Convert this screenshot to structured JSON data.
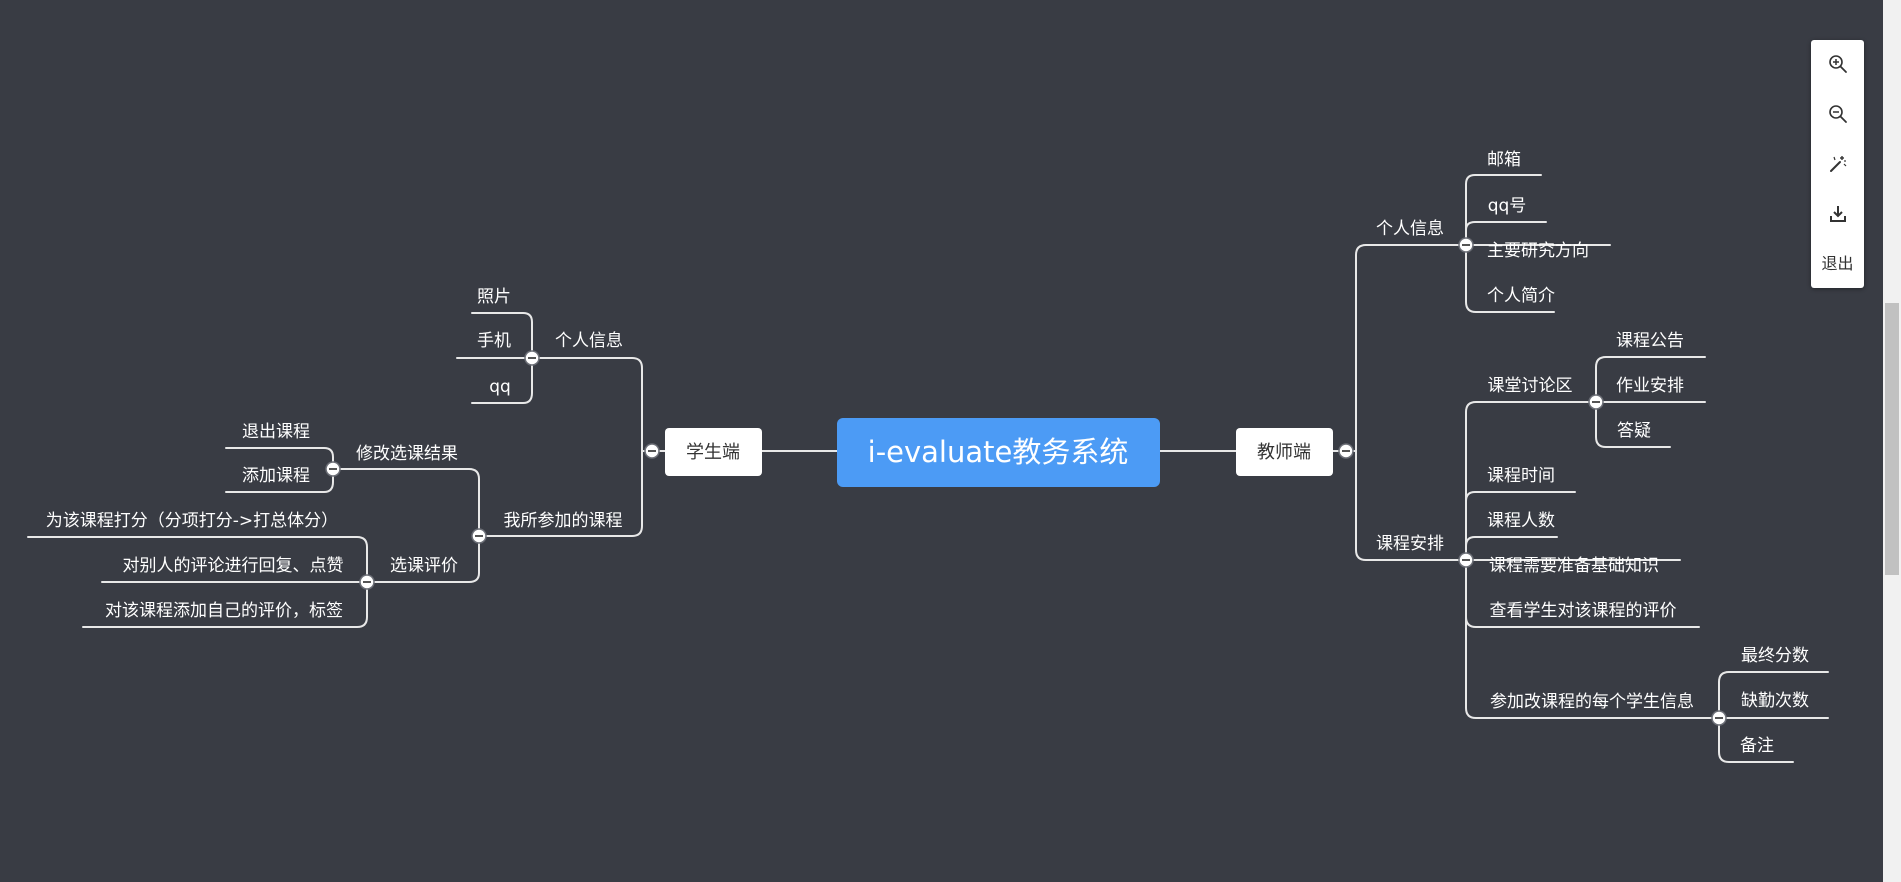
{
  "mindmap": {
    "root": "i-evaluate教务系统",
    "student": {
      "label": "学生端",
      "personal_info": {
        "label": "个人信息",
        "children": [
          "照片",
          "手机",
          "qq"
        ]
      },
      "my_courses": {
        "label": "我所参加的课程",
        "modify": {
          "label": "修改选课结果",
          "children": [
            "退出课程",
            "添加课程"
          ]
        },
        "evaluate": {
          "label": "选课评价",
          "children": [
            "为该课程打分（分项打分->打总体分）",
            "对别人的评论进行回复、点赞",
            "对该课程添加自己的评价，标签"
          ]
        }
      }
    },
    "teacher": {
      "label": "教师端",
      "personal_info": {
        "label": "个人信息",
        "children": [
          "邮箱",
          "qq号",
          "主要研究方向",
          "个人简介"
        ]
      },
      "course": {
        "label": "课程安排",
        "discussion": {
          "label": "课堂讨论区",
          "children": [
            "课程公告",
            "作业安排",
            "答疑"
          ]
        },
        "items": [
          "课程时间",
          "课程人数",
          "课程需要准备基础知识",
          "查看学生对该课程的评价"
        ],
        "student_info": {
          "label": "参加改课程的每个学生信息",
          "children": [
            "最终分数",
            "缺勤次数",
            "备注"
          ]
        }
      }
    }
  },
  "toolbar": {
    "zoom_in_icon": "zoom-in-icon",
    "zoom_out_icon": "zoom-out-icon",
    "layout_icon": "magic-wand-icon",
    "download_icon": "download-icon",
    "exit_label": "退出"
  },
  "colors": {
    "background": "#393c44",
    "root_fill": "#4c9bf5",
    "main_node_fill": "#ffffff",
    "edge": "#e8e8e8"
  }
}
